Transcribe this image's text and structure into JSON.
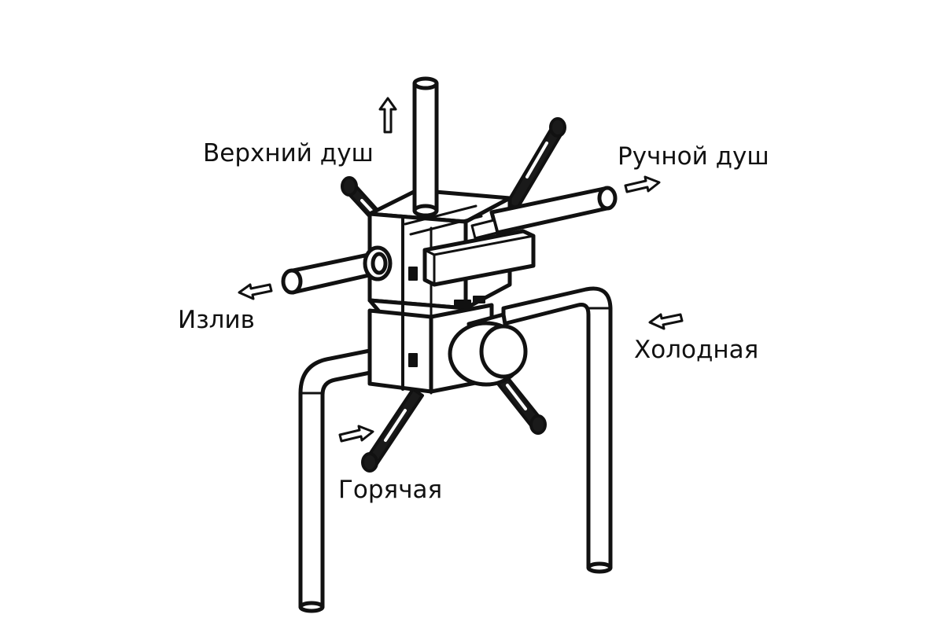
{
  "labels": {
    "top_shower": "Верхний душ",
    "hand_shower": "Ручной душ",
    "spout": "Излив",
    "cold": "Холодная",
    "hot": "Горячая"
  },
  "colors": {
    "ink": "#111111",
    "paper": "#ffffff",
    "handle_fill": "#1a1a1a"
  }
}
